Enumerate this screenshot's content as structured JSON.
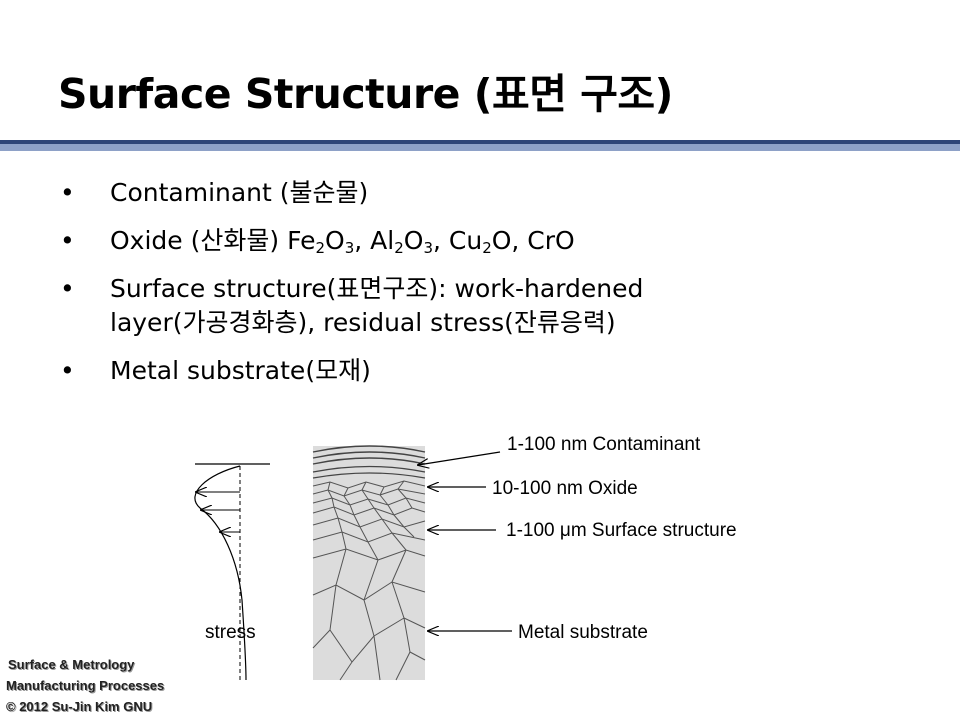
{
  "slide": {
    "title": "Surface Structure (표면 구조)",
    "bullet_marker": "•",
    "bullets": {
      "contaminant": "Contaminant (불순물)",
      "oxide": {
        "prefix": "Oxide (산화물) Fe",
        "parts": [
          "2",
          "O",
          "3",
          ", Al",
          "2",
          "O",
          "3",
          ", Cu",
          "2",
          "O, CrO"
        ]
      },
      "surface_structure": {
        "line1": "Surface structure(표면구조): work-hardened",
        "line2": "layer(가공경화층), residual stress(잔류응력)"
      },
      "metal_substrate": "Metal substrate(모재)"
    }
  },
  "diagram": {
    "labels": {
      "contaminant": "1-100 nm Contaminant",
      "oxide": "10-100 nm Oxide",
      "surface_structure": "1-100 μm Surface structure",
      "metal_substrate": "Metal substrate",
      "stress": "stress"
    }
  },
  "footer": {
    "line1": "Surface & Metrology",
    "line2": "Manufacturing Processes",
    "line3": "© 2012 Su-Jin Kim GNU"
  },
  "colors": {
    "divider_dark": "#2e4577",
    "divider_light": "#8ea1c7",
    "substrate_fill": "#dcdcdc",
    "grain_lines": "#555555"
  }
}
